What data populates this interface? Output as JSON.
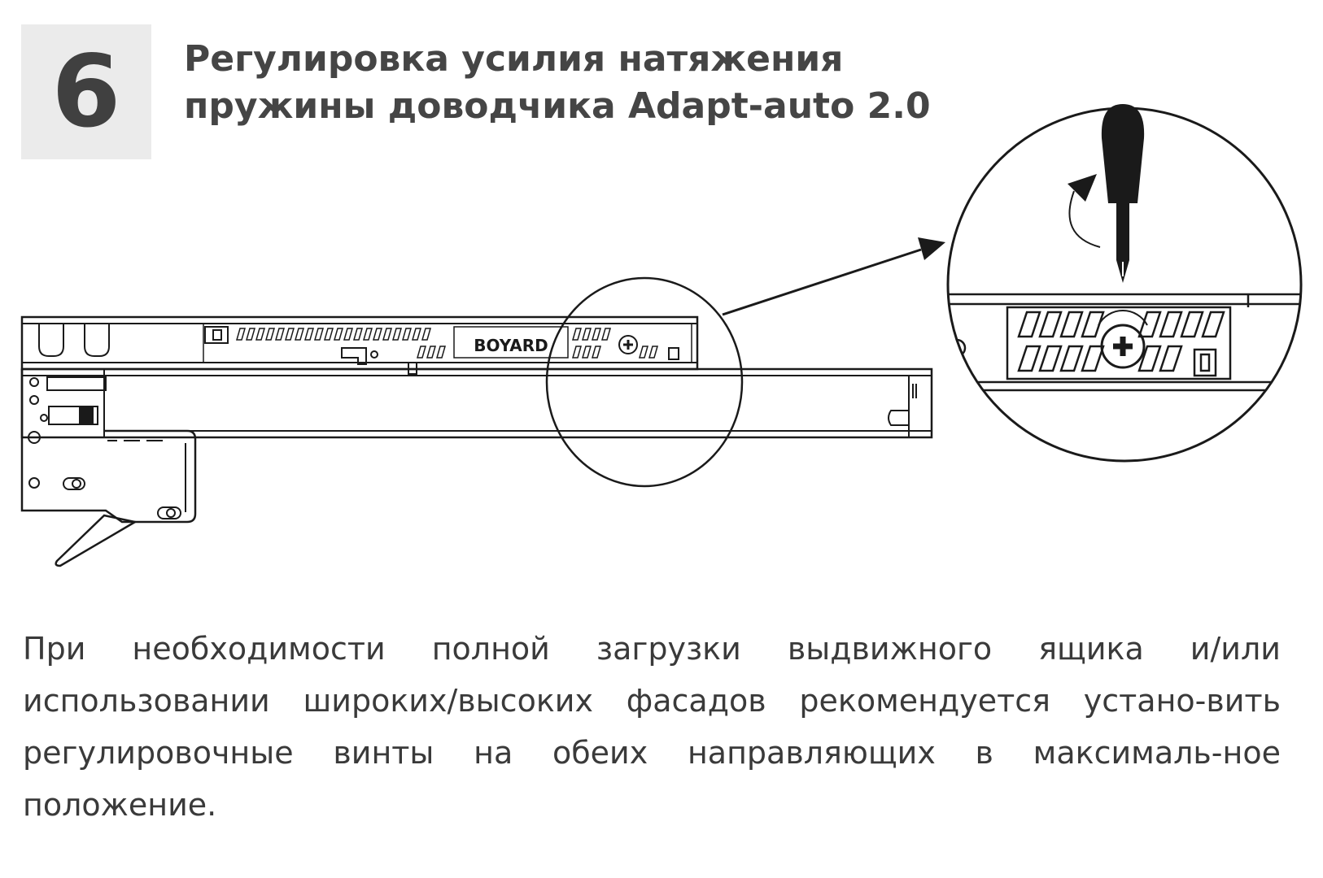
{
  "step": {
    "number": "6"
  },
  "title": {
    "line1": "Регулировка усилия натяжения",
    "line2": "пружины доводчика Adapt-auto 2.0"
  },
  "diagram": {
    "brand_label": "BOYARD",
    "icons": [
      "drawer-runner-drawing",
      "zoom-circle",
      "arrow-pointer",
      "magnified-detail",
      "screwdriver-icon",
      "rotate-arrow-icon",
      "adjustment-screw-icon"
    ],
    "line_color": "#1a1a1a"
  },
  "body": {
    "text": "При необходимости полной загрузки выдвижного ящика и/или использовании широких/высоких фасадов рекомендуется устано-вить регулировочные винты на обеих направляющих в максималь-ное положение."
  }
}
